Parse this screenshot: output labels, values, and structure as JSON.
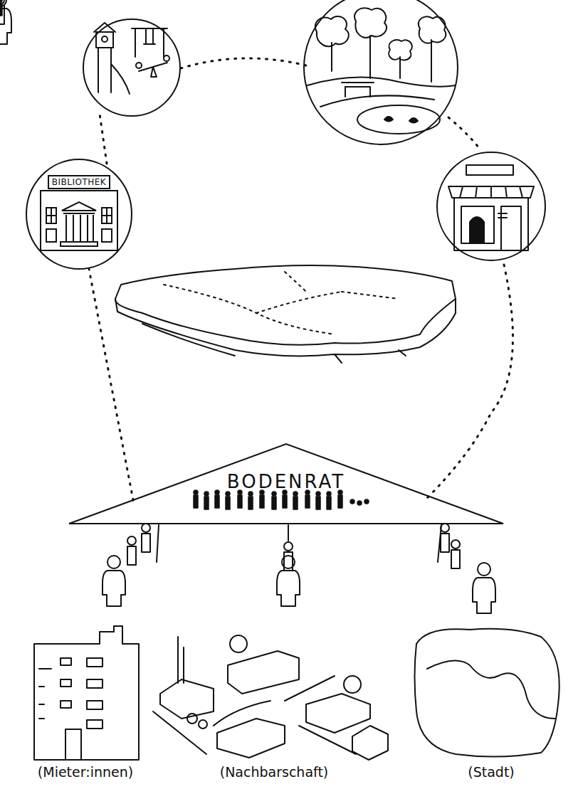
{
  "diagram": {
    "nodes": [
      {
        "text": [
          "BIBLIOTHEK"
        ]
      },
      {
        "text": [
          "BODENRAT"
        ]
      }
    ],
    "edges": [
      {
        "from": 1,
        "to": 0,
        "arrow": "none"
      }
    ],
    "labels": [
      "(Mieter:innen)",
      "(Nachbarschaft)",
      "(Stadt)"
    ]
  }
}
